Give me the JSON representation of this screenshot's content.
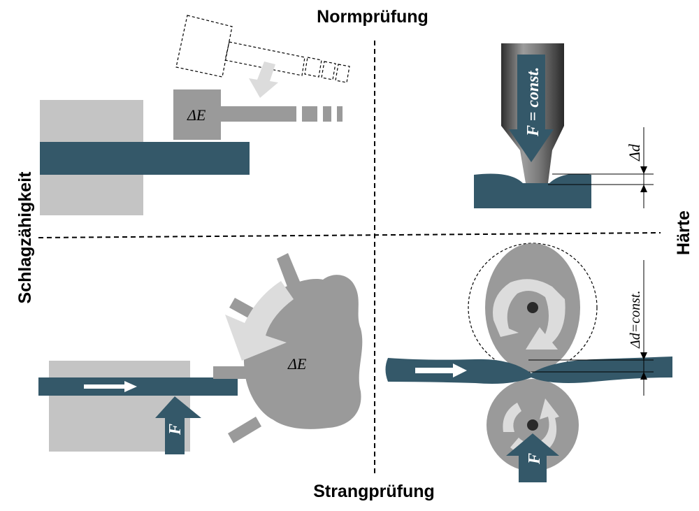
{
  "labels": {
    "top": "Normprüfung",
    "bottom": "Strangprüfung",
    "left": "Schlagzähigkeit",
    "right": "Härte"
  },
  "annotations": {
    "impact_energy_top": "ΔE",
    "impact_energy_bottom": "ΔE",
    "indenter_force": "F = const.",
    "indent_depth": "Δd",
    "roll_gap": "Δd=const.",
    "force_impact": "F",
    "force_roll": "F"
  },
  "colors": {
    "specimen": "#345869",
    "clamp_light": "#c4c4c4",
    "hammer_gray": "#9a9a9a",
    "arrow_light": "#dcdcdc",
    "indenter_dark": "#3a3a3a"
  }
}
